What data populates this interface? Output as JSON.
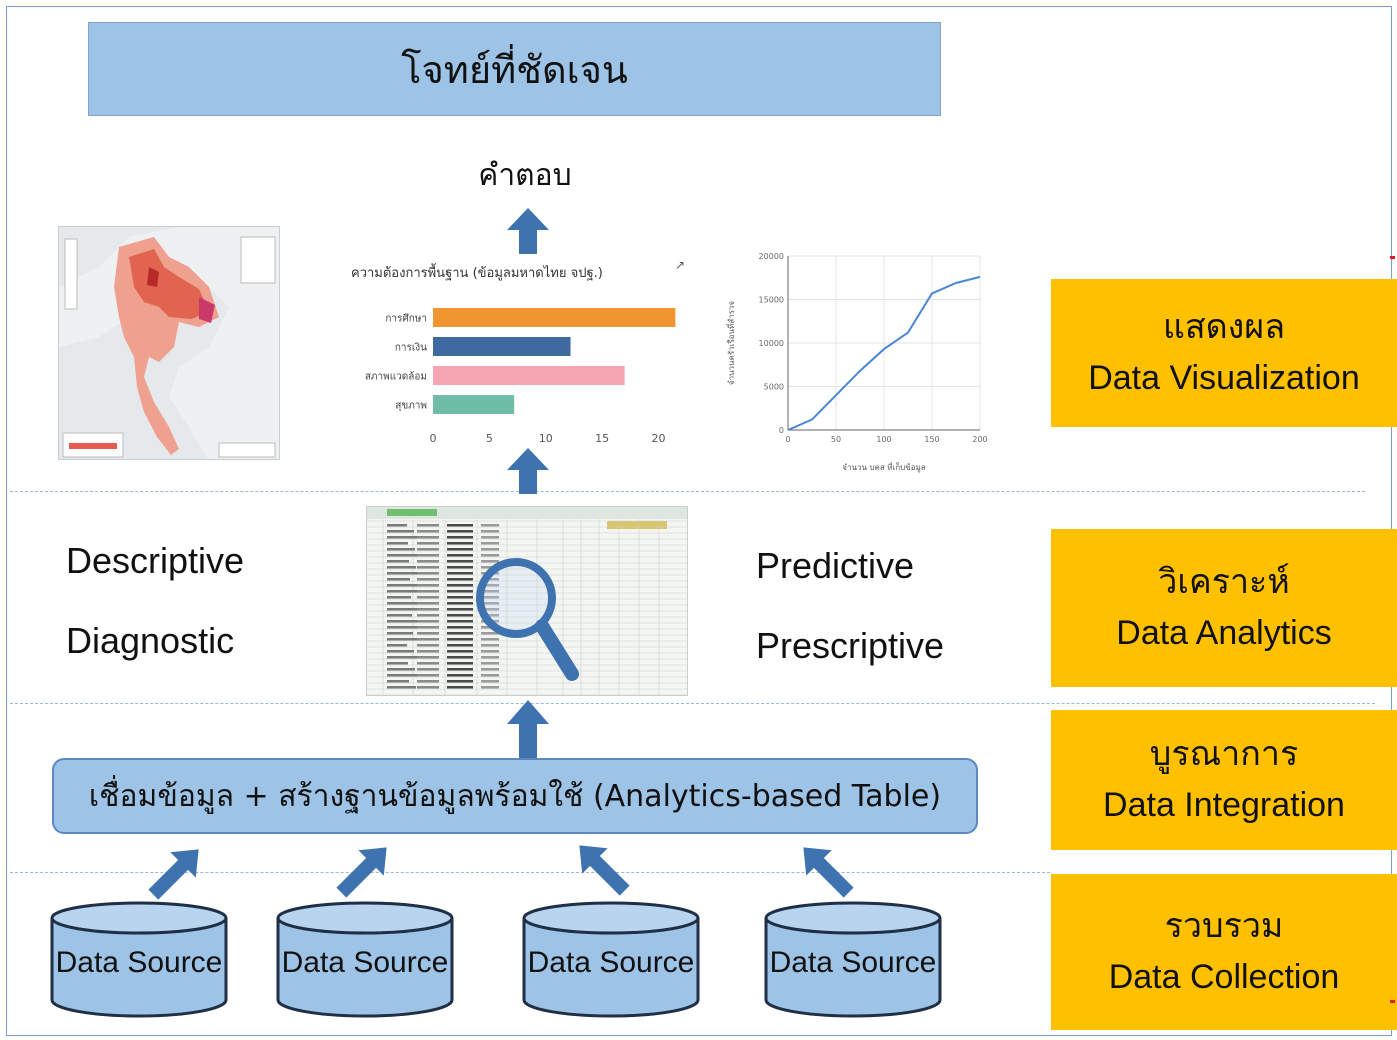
{
  "question_box": {
    "text": "โจทย์ที่ชัดเจน"
  },
  "answer": {
    "text": "คำตอบ"
  },
  "bar_chart": {
    "title": "ความต้องการพื้นฐาน (ข้อมูลมหาดไทย จปฐ.)"
  },
  "methods_left": [
    "Descriptive",
    "Diagnostic"
  ],
  "methods_right": [
    "Predictive",
    "Prescriptive"
  ],
  "integration_bar": {
    "text": "เชื่อมข้อมูล + สร้างฐานข้อมูลพร้อมใช้ (Analytics-based Table)"
  },
  "stages": [
    {
      "th": "แสดงผล",
      "en": "Data Visualization"
    },
    {
      "th": "วิเคราะห์",
      "en": "Data Analytics"
    },
    {
      "th": "บูรณาการ",
      "en": "Data Integration"
    },
    {
      "th": "รวบรวม",
      "en": "Data Collection"
    }
  ],
  "data_sources": [
    "Data Source",
    "Data Source",
    "Data Source",
    "Data Source"
  ],
  "colors": {
    "stage_fill": "#ffc000",
    "box_fill": "#9dc3e6",
    "arrow": "#3f73b0",
    "bar_series": [
      "#f0952f",
      "#3f6aa0",
      "#f6a5b3",
      "#6fbca7"
    ],
    "line_series": "#4a86d4"
  },
  "chart_data": [
    {
      "type": "bar",
      "title": "ความต้องการพื้นฐาน (ข้อมูลมหาดไทย จปฐ.)",
      "categories": [
        "การศึกษา",
        "การเงิน",
        "สภาพแวดล้อม",
        "สุขภาพ"
      ],
      "values": [
        21.5,
        12.2,
        17,
        7.2
      ],
      "xlim": [
        0,
        22
      ],
      "xticks": [
        0,
        5,
        10,
        15,
        20
      ]
    },
    {
      "type": "line",
      "x": [
        0,
        25,
        50,
        75,
        100,
        125,
        150,
        175,
        200
      ],
      "y": [
        0,
        1200,
        4000,
        6800,
        9300,
        11200,
        15700,
        16900,
        17600
      ],
      "xlim": [
        0,
        200
      ],
      "ylim": [
        0,
        20000
      ],
      "xticks": [
        0,
        50,
        100,
        150,
        200
      ],
      "yticks": [
        0,
        5000,
        10000,
        15000,
        20000
      ],
      "xlabel": "จำนวน บคส ที่เก็บข้อมูล",
      "ylabel": "จำนวนครัวเรือนที่สำรวจ"
    }
  ]
}
